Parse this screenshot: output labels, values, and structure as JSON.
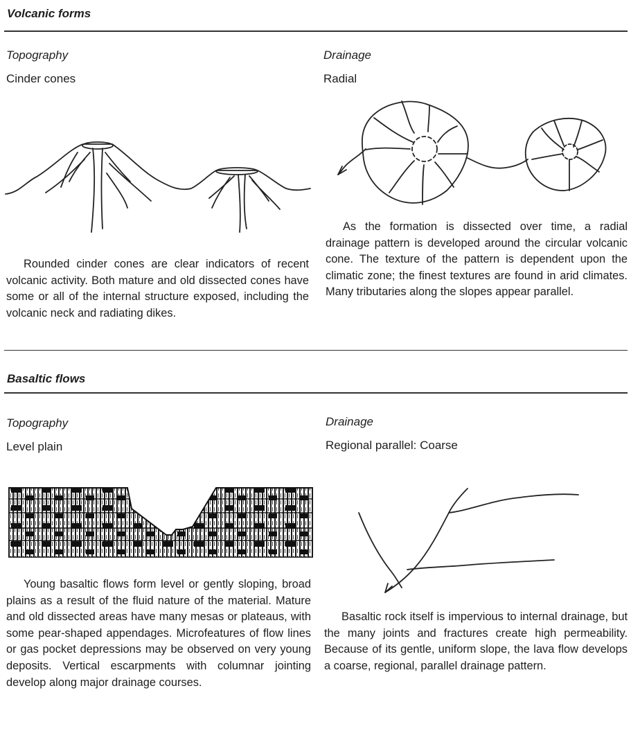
{
  "sections": [
    {
      "title": "Volcanic forms",
      "topography_label": "Topography",
      "topography_value": "Cinder cones",
      "drainage_label": "Drainage",
      "drainage_value": "Radial",
      "topography_text": "Rounded cinder cones are clear indicators of recent volcanic activity. Both mature and old dissected cones have some or all of the internal structure exposed, including the volcanic neck and radiating dikes.",
      "drainage_text": "As the formation is dissected over time, a radial drainage pattern is developed around the circular volcanic cone. The texture of the pattern is dependent upon the climatic zone; the finest textures are found in arid climates. Many tributaries along the slopes appear parallel."
    },
    {
      "title": "Basaltic flows",
      "topography_label": "Topography",
      "topography_value": "Level plain",
      "drainage_label": "Drainage",
      "drainage_value": "Regional parallel: Coarse",
      "topography_text": "Young basaltic flows form level or gently sloping, broad plains as a result of the fluid nature of the material. Mature and old dissected areas have many mesas or plateaus, with some pear-shaped appendages. Microfeatures of flow lines or gas pocket depressions may be observed on very young deposits. Vertical escarpments with columnar jointing develop along major drainage courses.",
      "drainage_text": "Basaltic rock itself is impervious to internal drainage, but the many joints and fractures create high permeability. Because of its gentle, uniform slope, the lava flow develops a coarse, regional, parallel drainage pattern."
    }
  ]
}
